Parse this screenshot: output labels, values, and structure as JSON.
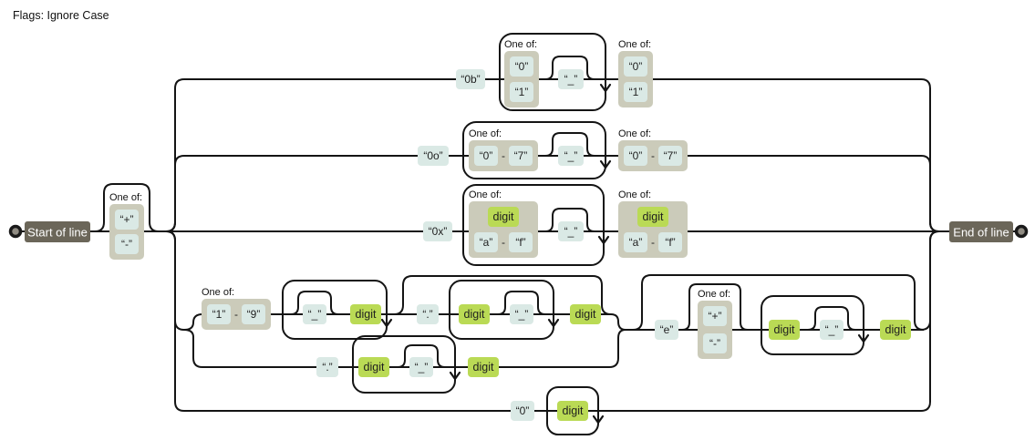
{
  "labels": {
    "flags": "Flags: Ignore Case",
    "one_of": "One of:",
    "start": "Start of line",
    "end": "End of line",
    "digit": "digit",
    "range_dash": "-"
  },
  "literals": {
    "plus": "“+”",
    "minus": "“-”",
    "binary_prefix": "“0b”",
    "octal_prefix": "“0o”",
    "hex_prefix": "“0x”",
    "zero": "“0”",
    "one": "“1”",
    "seven": "“7”",
    "nine": "“9”",
    "a": "“a”",
    "f": "“f”",
    "e": "“e”",
    "dot": "“.”",
    "underscore": "“_”"
  },
  "colors": {
    "background": "#ffffff",
    "line": "#141414",
    "literal_bg": "#dae9e5",
    "charset_bg": "#cbcbba",
    "escape_bg": "#bada55",
    "anchor_bg": "#6b6659",
    "anchor_text": "#ffffff"
  }
}
